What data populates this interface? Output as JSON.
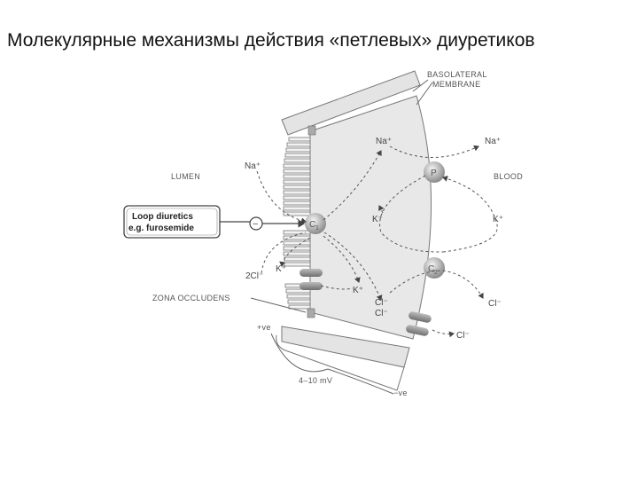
{
  "slide": {
    "title": "Молекулярные механизмы действия «петлевых» диуретиков"
  },
  "diagram": {
    "basolateral_membrane": [
      "BASOLATERAL",
      "MEMBRANE"
    ],
    "lumen": "LUMEN",
    "blood": "BLOOD",
    "drug_box": [
      "Loop diuretics",
      "e.g. furosemide"
    ],
    "inhibit_symbol": "−",
    "transporters": {
      "c1": "C",
      "c1_sub": "1",
      "p": "P",
      "c2": "C",
      "c2_sub": "2"
    },
    "ions": {
      "na_lumen": "Na⁺",
      "na_cell": "Na⁺",
      "na_blood": "Na⁺",
      "k_cell": "K⁺",
      "k_blood": "K⁺",
      "cl2_lumen": "2Cl⁻",
      "k_lumen": "K⁺",
      "k_channel": "K⁺",
      "cl_cell1": "Cl⁻",
      "cl_cell2": "Cl⁻",
      "cl_blood1": "Cl⁻",
      "cl_blood2": "Cl⁻"
    },
    "zona_occludens": "ZONA OCCLUDENS",
    "plus_ve": "+ve",
    "minus_ve": "−ve",
    "voltage": "4–10 mV"
  }
}
